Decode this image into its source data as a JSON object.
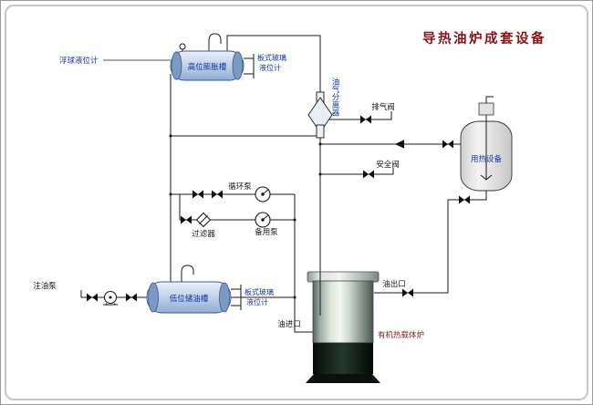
{
  "title": "导热油炉成套设备",
  "labels": {
    "float_gauge": "浮球液位计",
    "expansion_tank": "高位膨胀槽",
    "plate_gauge_top_1": "板式玻璃",
    "plate_gauge_top_2": "液位计",
    "separator": "油气分离器",
    "exhaust_valve": "排气阀",
    "heat_equipment": "用热设备",
    "safety_valve": "安全阀",
    "circulation_pump": "循环泵",
    "filter": "过滤器",
    "backup_pump": "备用泵",
    "injection_pump": "注油泵",
    "storage_tank": "低位储油槽",
    "plate_gauge_bottom_1": "板式玻璃",
    "plate_gauge_bottom_2": "液位计",
    "oil_outlet": "油出口",
    "oil_inlet": "油进口",
    "furnace": "有机热载体炉"
  },
  "colors": {
    "title": "#8b1218",
    "equipment_label": "#1433a6",
    "pipe_line": "#1a1a1a",
    "tank_fill": "#c2d4ea",
    "furnace_dark": "#1c2c23"
  }
}
